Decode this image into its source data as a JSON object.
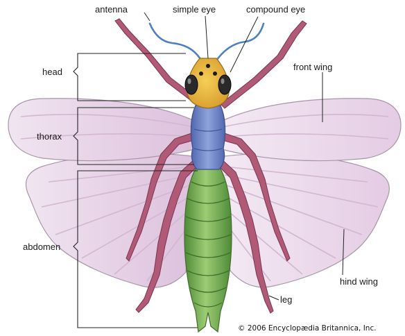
{
  "labels": {
    "antenna": "antenna",
    "simple_eye": "simple eye",
    "compound_eye": "compound eye",
    "head": "head",
    "front_wing": "front wing",
    "thorax": "thorax",
    "abdomen": "abdomen",
    "hind_wing": "hind wing",
    "leg": "leg"
  },
  "copyright": "© 2006 Encyclopædia Britannica, Inc.",
  "colors": {
    "head": "#e8b53a",
    "thorax": "#6f86c8",
    "abdomen": "#7cae5a",
    "legs": "#b05a78",
    "antenna": "#4d7fc3",
    "wings": "#ecdcec"
  }
}
